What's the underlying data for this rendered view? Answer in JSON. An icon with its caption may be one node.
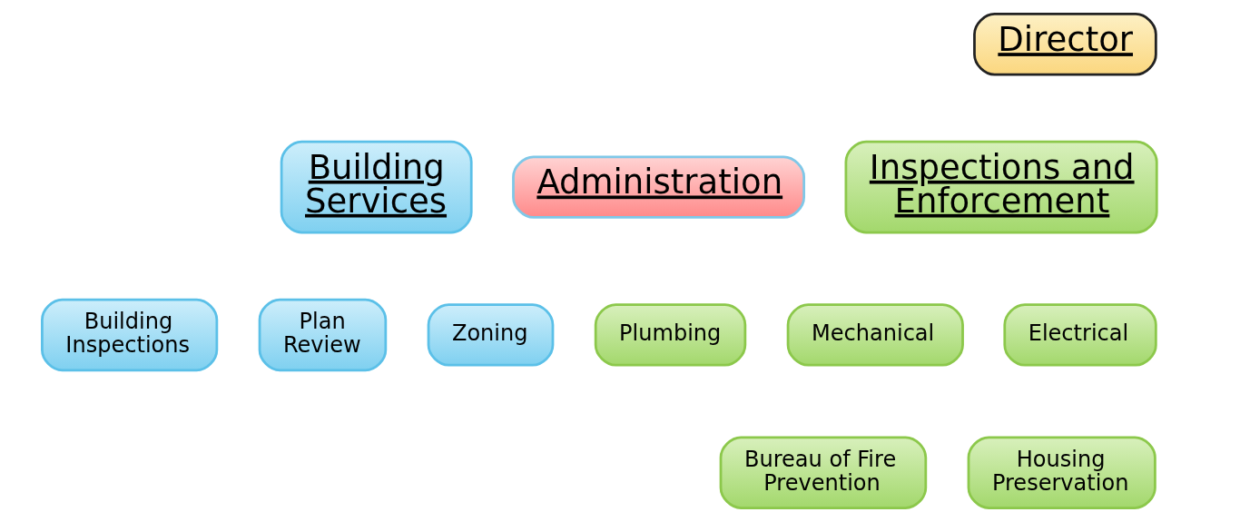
{
  "diagram": {
    "nodes": [
      {
        "text": [
          "Director"
        ]
      },
      {
        "text": [
          "Building Services"
        ]
      },
      {
        "text": [
          "Administration"
        ]
      },
      {
        "text": [
          "Inspections and Enforcement"
        ]
      },
      {
        "text": [
          "Building Inspections"
        ]
      },
      {
        "text": [
          "Plan Review"
        ]
      },
      {
        "text": [
          "Zoning"
        ]
      },
      {
        "text": [
          "Plumbing"
        ]
      },
      {
        "text": [
          "Mechanical"
        ]
      },
      {
        "text": [
          "Electrical"
        ]
      },
      {
        "text": [
          "Bureau of Fire Prevention"
        ]
      },
      {
        "text": [
          "Housing Preservation"
        ]
      }
    ]
  }
}
